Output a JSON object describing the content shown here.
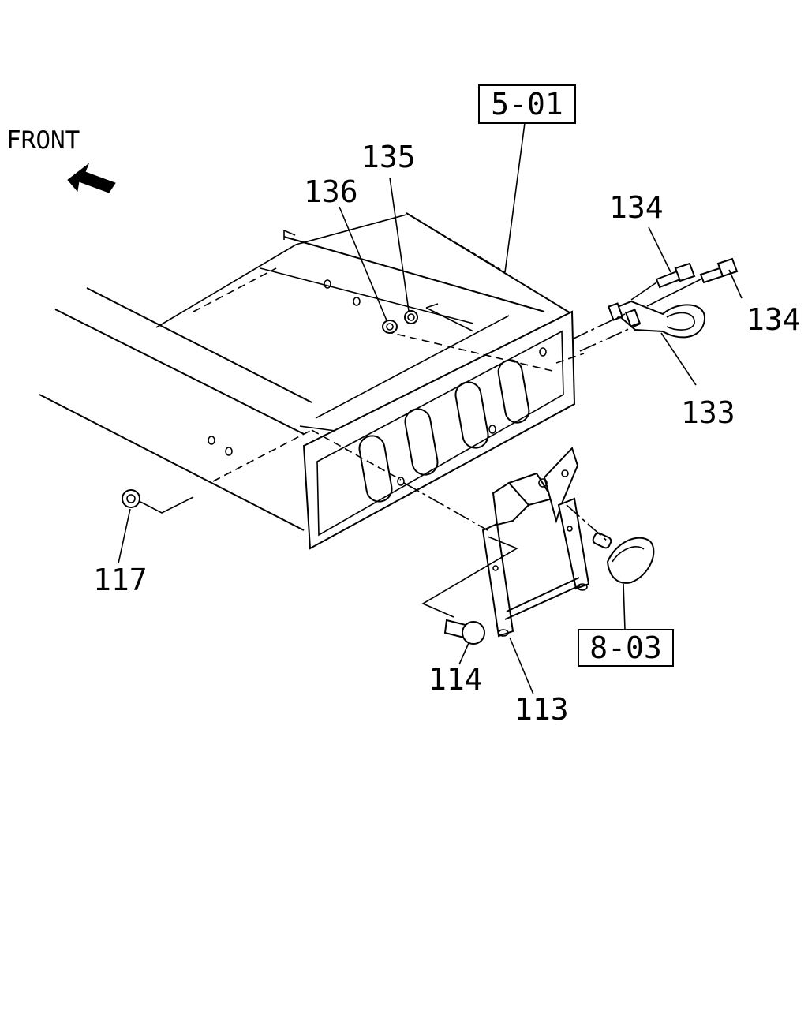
{
  "diagram": {
    "front_label": "FRONT",
    "reference_boxes": {
      "frame": "5-01",
      "lamp": "8-03"
    },
    "callouts": {
      "c136": "136",
      "c135": "135",
      "c134a": "134",
      "c134b": "134",
      "c133": "133",
      "c117": "117",
      "c114": "114",
      "c113": "113"
    }
  }
}
